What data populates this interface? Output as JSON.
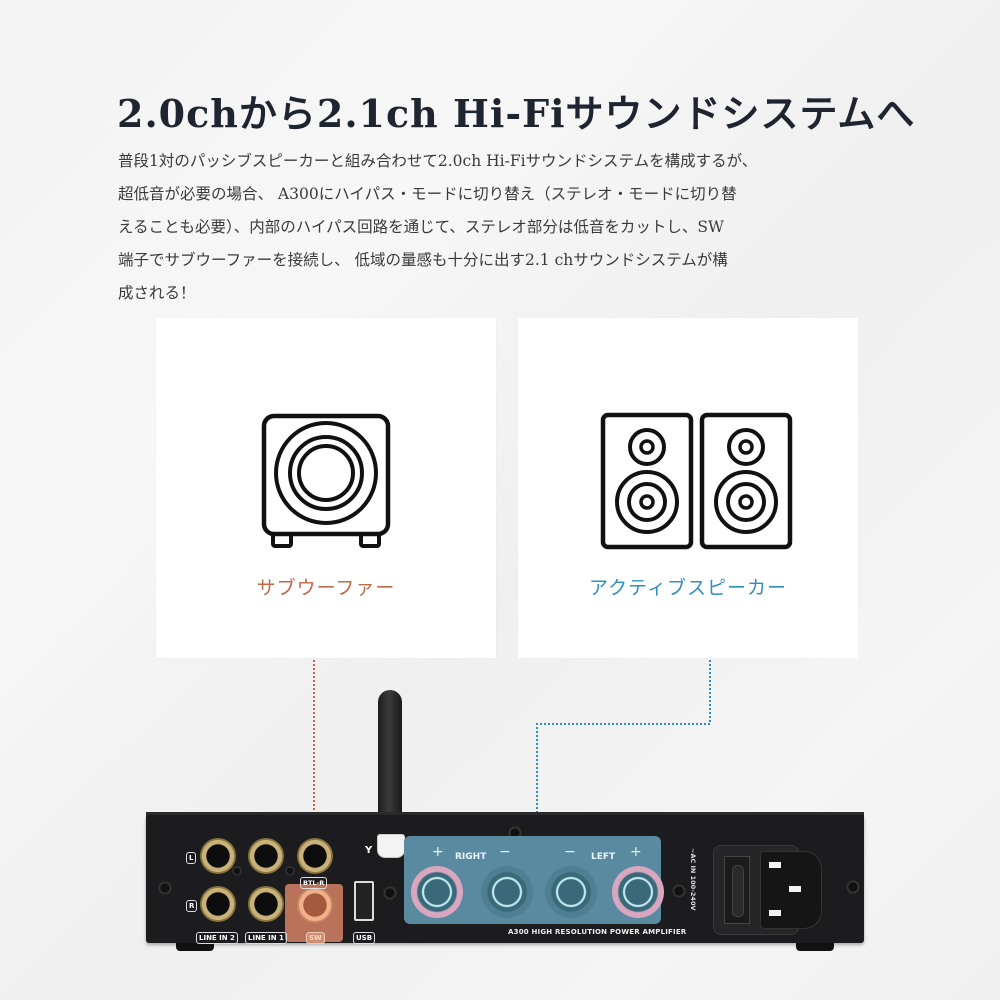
{
  "header": {
    "title": "2.0chから2.1ch Hi-Fiサウンドシステムへ"
  },
  "description": {
    "lines": [
      "普段1対のパッシブスピーカーと組み合わせて2.0ch Hi-Fiサウンドシステムを構成するが、",
      "超低音が必要の場合、 A300にハイパス・モードに切り替え（ステレオ・モードに切り替",
      "えることも必要）、内部のハイパス回路を通じて、ステレオ部分は低音をカットし、SW",
      "端子でサブウーファーを接続し、 低域の量感も十分に出す2.1 chサウンドシステムが構",
      "成される！"
    ]
  },
  "cards": [
    {
      "label": "サブウーファー",
      "icon": "subwoofer-icon",
      "color": "#c0684a"
    },
    {
      "label": "アクティブスピーカー",
      "icon": "bookshelf-speakers-icon",
      "color": "#2f8fc0"
    }
  ],
  "connectors": {
    "subwoofer_line_color": "#c0684a",
    "speaker_line_color": "#2f8fc0"
  },
  "amplifier": {
    "model_text": "A300  HIGH RESOLUTION POWER AMPLIFIER",
    "labels": {
      "line_in_2": "LINE IN 2",
      "line_in_1": "LINE IN 1",
      "sw": "SW",
      "usb": "USB",
      "btl_r": "BTL-R",
      "l": "L",
      "r": "R",
      "right": "RIGHT",
      "left": "LEFT",
      "plus": "+",
      "minus": "−",
      "ac_in": "~AC IN 100-240V",
      "antenna_symbol": "Y"
    },
    "colors": {
      "body": "#1c1c1e",
      "speaker_panel": "#5a8aa0",
      "sw_highlight": "#b8735a"
    }
  }
}
